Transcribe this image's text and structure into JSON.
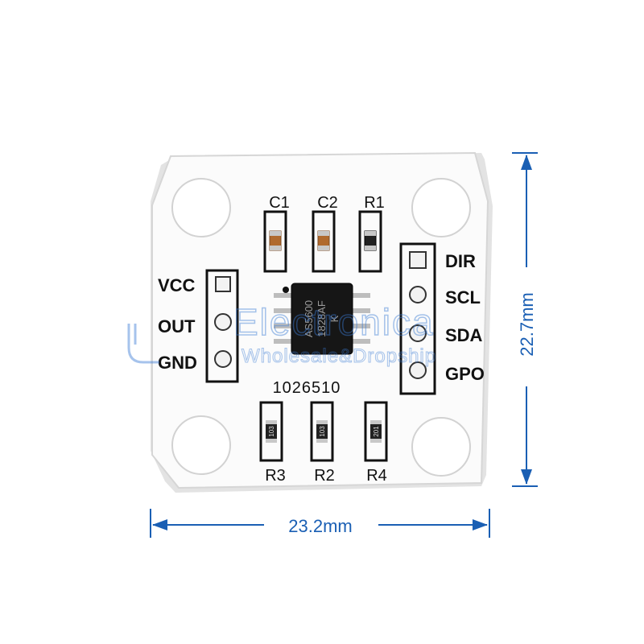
{
  "board": {
    "top_labels": [
      "C1",
      "C2",
      "R1"
    ],
    "bottom_labels": [
      "R3",
      "R2",
      "R4"
    ],
    "left_pins": [
      "VCC",
      "OUT",
      "GND"
    ],
    "right_pins": [
      "DIR",
      "SCL",
      "SDA",
      "GPO"
    ],
    "serial": "1026510",
    "chip_lines": [
      "AS5600",
      "1828AF",
      "K"
    ],
    "resistor_codes": [
      "103",
      "103",
      "201"
    ]
  },
  "dimensions": {
    "width": "23.2mm",
    "height": "22.7mm"
  },
  "watermark": {
    "title": "Electronica",
    "subtitle": "Wholesale&Dropship"
  },
  "colors": {
    "board": "#fafafa",
    "silkscreen": "#111111",
    "dimension": "#1a5fb4",
    "watermark": "#3a7bd5"
  }
}
